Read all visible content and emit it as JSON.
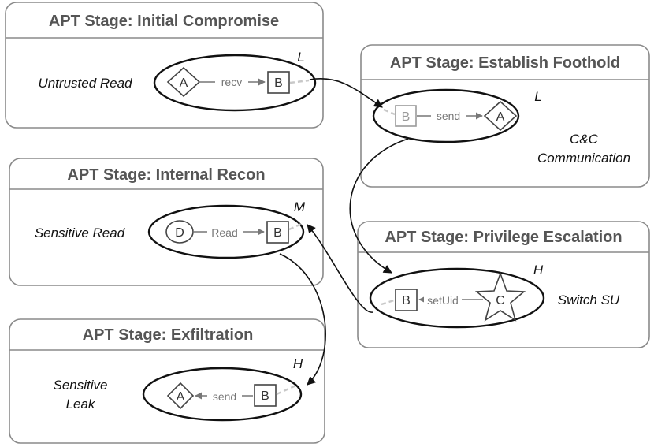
{
  "stages": {
    "initial": {
      "title": "APT Stage: Initial Compromise",
      "caption": "Untrusted Read",
      "level": "L",
      "nodes": {
        "left": "A",
        "right": "B"
      },
      "edge": "recv"
    },
    "foothold": {
      "title": "APT Stage: Establish Foothold",
      "caption_line1": "C&C",
      "caption_line2": "Communication",
      "level": "L",
      "nodes": {
        "left": "B",
        "right": "A"
      },
      "edge": "send"
    },
    "recon": {
      "title": "APT Stage: Internal Recon",
      "caption": "Sensitive Read",
      "level": "M",
      "nodes": {
        "left": "D",
        "right": "B"
      },
      "edge": "Read"
    },
    "privilege": {
      "title": "APT Stage: Privilege Escalation",
      "caption": "Switch SU",
      "level": "H",
      "nodes": {
        "left": "B",
        "right": "C"
      },
      "edge": "setUid"
    },
    "exfiltration": {
      "title": "APT Stage: Exfiltration",
      "caption_line1": "Sensitive",
      "caption_line2": "Leak",
      "level": "H",
      "nodes": {
        "left": "A",
        "right": "B"
      },
      "edge": "send"
    }
  }
}
